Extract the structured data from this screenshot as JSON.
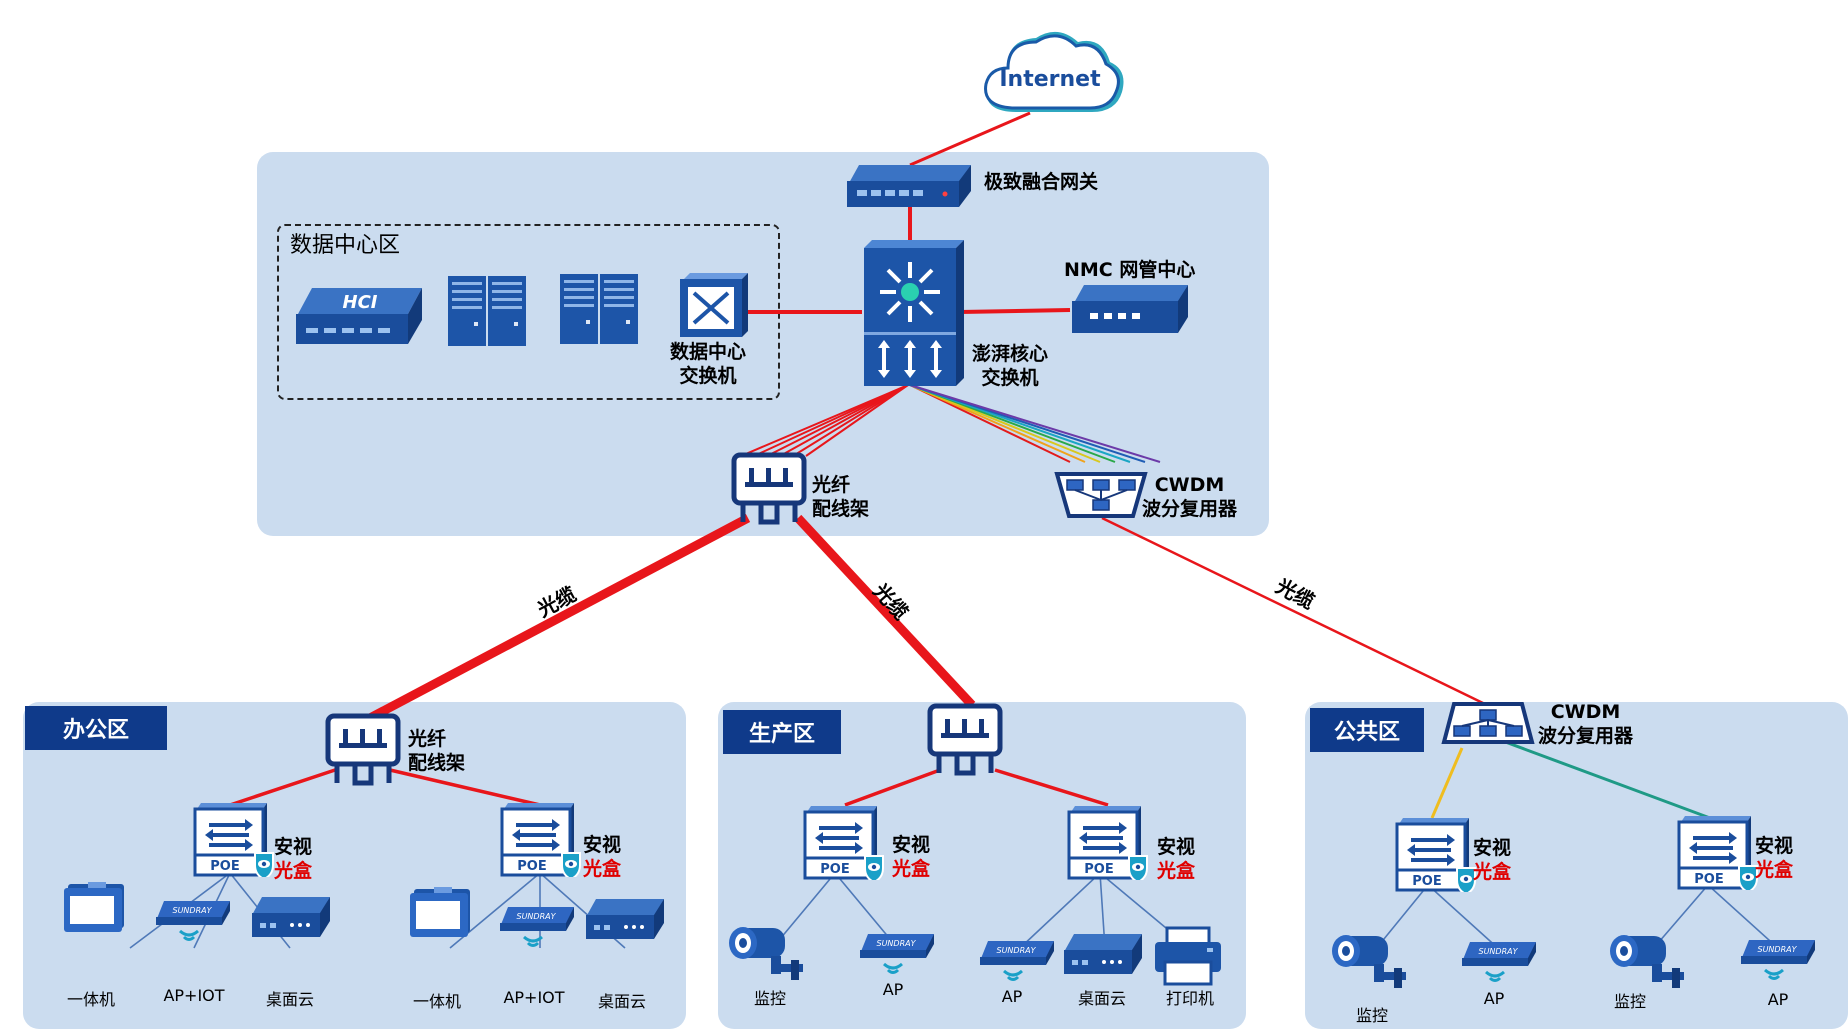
{
  "internet": "Internet",
  "core": {
    "gateway": "极致融合网关",
    "nmc": "NMC 网管中心",
    "core_switch": [
      "澎湃核心",
      "交换机"
    ],
    "datacenter_title": "数据中心区",
    "dc_switch": [
      "数据中心",
      "交换机"
    ],
    "hci_text": "HCI",
    "odf": [
      "光纤",
      "配线架"
    ],
    "cwdm": [
      "CWDM",
      "波分复用器"
    ]
  },
  "cables": [
    "光缆",
    "光缆",
    "光缆"
  ],
  "office": {
    "tag": "办公区",
    "odf": [
      "光纤",
      "配线架"
    ],
    "boxes": [
      {
        "name": "安视",
        "sub": "光盒",
        "poe": "POE",
        "devices": [
          "一体机",
          "AP+IOT",
          "桌面云"
        ]
      },
      {
        "name": "安视",
        "sub": "光盒",
        "poe": "POE",
        "devices": [
          "一体机",
          "AP+IOT",
          "桌面云"
        ]
      }
    ]
  },
  "production": {
    "tag": "生产区",
    "boxes": [
      {
        "name": "安视",
        "sub": "光盒",
        "poe": "POE",
        "devices": [
          "监控",
          "AP"
        ]
      },
      {
        "name": "安视",
        "sub": "光盒",
        "poe": "POE",
        "devices": [
          "AP",
          "桌面云",
          "打印机"
        ]
      }
    ]
  },
  "public": {
    "tag": "公共区",
    "cwdm": [
      "CWDM",
      "波分复用器"
    ],
    "boxes": [
      {
        "name": "安视",
        "sub": "光盒",
        "poe": "POE",
        "devices": [
          "监控",
          "AP"
        ]
      },
      {
        "name": "安视",
        "sub": "光盒",
        "poe": "POE",
        "devices": [
          "监控",
          "AP"
        ]
      }
    ]
  },
  "ap_brand": "SUNDRAY",
  "colors": {
    "zone": "#cbdcef",
    "link": "#e8161b",
    "device": "#1a4d9c",
    "tag": "#0f3a8a",
    "accent_red": "#e00000"
  }
}
